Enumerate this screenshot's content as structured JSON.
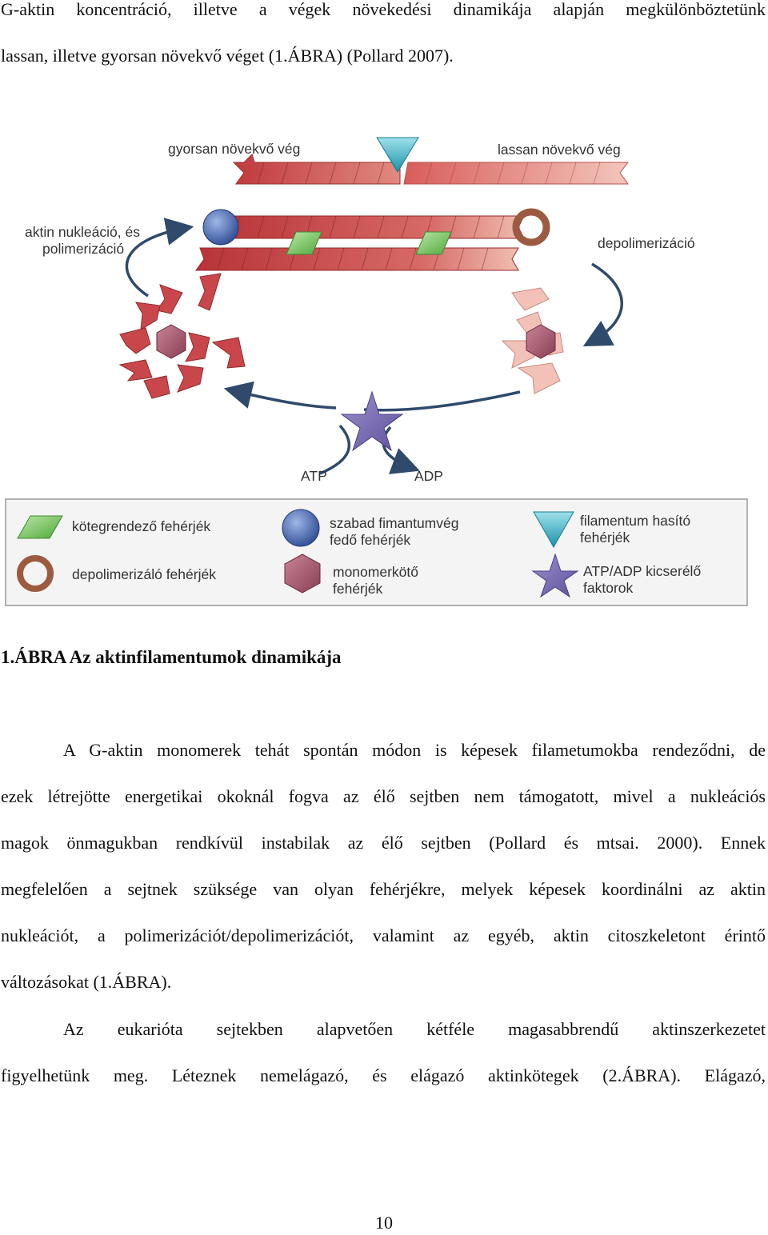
{
  "top_paragraph": {
    "lines": [
      "G-aktin koncentráció, illetve a végek növekedési dinamikája alapján megkülönböztetünk",
      "lassan, illetve gyorsan növekvő véget (1.ÁBRA) (Pollard 2007)."
    ]
  },
  "figure": {
    "labels": {
      "fast_end": "gyorsan növekvő vég",
      "slow_end": "lassan növekvő vég",
      "nucleation": [
        "aktin nukleáció, és",
        "polimerizáció"
      ],
      "depolymerization": "depolimerizáció",
      "atp": "ATP",
      "adp": "ADP"
    },
    "legend": [
      {
        "icon": "green-parallelogram",
        "lines": [
          "kötegrendező fehérjék"
        ]
      },
      {
        "icon": "blue-sphere",
        "lines": [
          "szabad fimantumvég",
          "fedő fehérjék"
        ]
      },
      {
        "icon": "cyan-triangle",
        "lines": [
          "filamentum hasító",
          "fehérjék"
        ]
      },
      {
        "icon": "brown-ring",
        "lines": [
          "depolimerizáló fehérjék"
        ]
      },
      {
        "icon": "mauve-hexagon",
        "lines": [
          "monomerkötő",
          "fehérjék"
        ]
      },
      {
        "icon": "purple-star",
        "lines": [
          "ATP/ADP kicserélő",
          "faktorok"
        ]
      }
    ],
    "colors": {
      "actin_red": "#c9474b",
      "actin_light": "#f2c2b8",
      "binder_green": "#6cc35a",
      "capping_blue": "#3f5fa8",
      "severing_cyan": "#27a9bd",
      "depoly_brown": "#9c5a40",
      "monomer_mauve": "#9d4d64",
      "exchange_purple": "#7062ac"
    }
  },
  "caption": "1.ÁBRA Az aktinfilamentumok dinamikája",
  "body": {
    "paragraph1": [
      "A G-aktin monomerek tehát spontán módon is képesek filametumokba rendeződni, de",
      "ezek létrejötte energetikai okoknál fogva az élő sejtben nem támogatott, mivel a nukleációs",
      "magok önmagukban rendkívül instabilak az élő sejtben (Pollard és mtsai. 2000). Ennek",
      "megfelelően a sejtnek szüksége van olyan fehérjékre, melyek képesek koordinálni az aktin",
      "nukleációt, a polimerizációt/depolimerizációt, valamint az egyéb, aktin citoszkeletont érintő",
      "változásokat (1.ÁBRA)."
    ],
    "paragraph2": [
      "Az eukarióta sejtekben alapvetően kétféle magasabbrendű aktinszerkezetet",
      "figyelhetünk meg. Léteznek nemelágazó, és elágazó aktinkötegek (2.ÁBRA). Elágazó,"
    ]
  },
  "page_number": "10"
}
